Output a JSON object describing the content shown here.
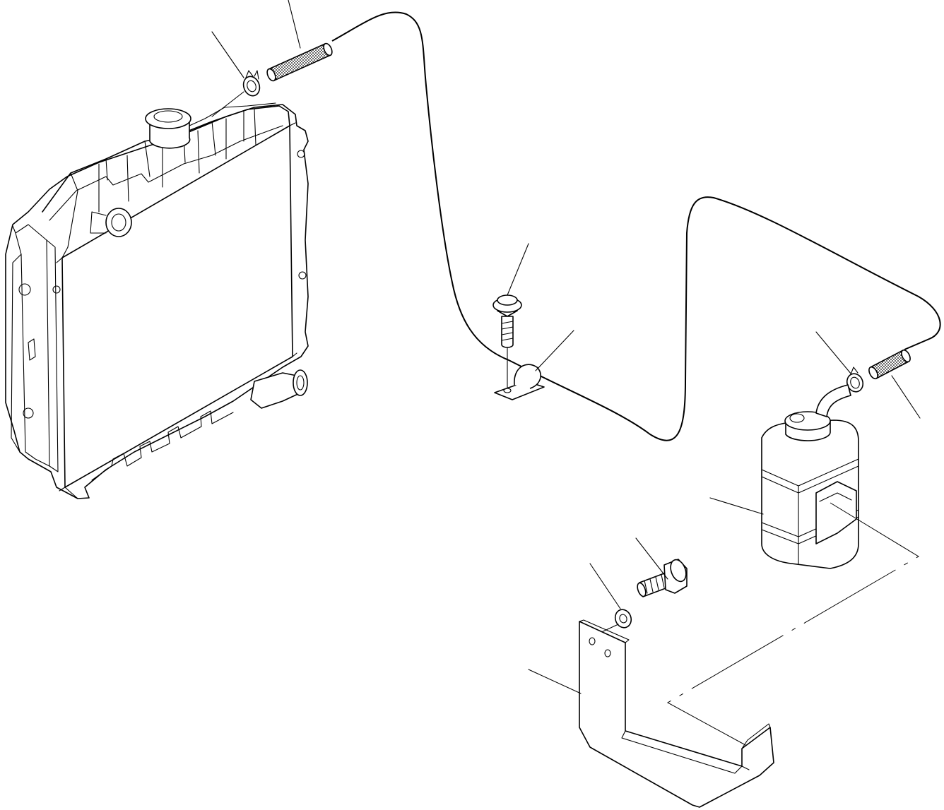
{
  "diagram": {
    "type": "exploded parts view",
    "parts": [
      {
        "name": "radiator",
        "icon": "radiator-icon"
      },
      {
        "name": "hose-clamp-upper",
        "icon": "clamp-icon"
      },
      {
        "name": "hose-upper",
        "icon": "hose-icon"
      },
      {
        "name": "overflow-tube",
        "icon": "tube-icon"
      },
      {
        "name": "flange-bolt",
        "icon": "bolt-icon"
      },
      {
        "name": "tube-clip",
        "icon": "clip-icon"
      },
      {
        "name": "hose-clamp-lower",
        "icon": "clamp-icon"
      },
      {
        "name": "hose-lower",
        "icon": "hose-icon"
      },
      {
        "name": "reserve-tank",
        "icon": "tank-icon"
      },
      {
        "name": "bolt",
        "icon": "bolt-icon"
      },
      {
        "name": "washer",
        "icon": "washer-icon"
      },
      {
        "name": "tank-bracket",
        "icon": "bracket-icon"
      }
    ],
    "colors": {
      "line": "#000000",
      "background": "#ffffff"
    }
  }
}
